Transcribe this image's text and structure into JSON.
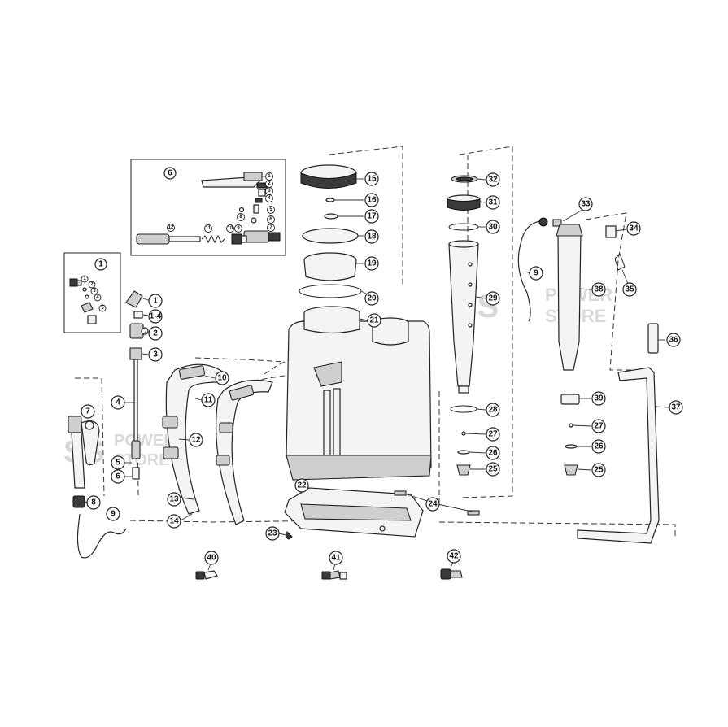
{
  "watermark": {
    "logo_letters": "SS",
    "word_top": "POWER",
    "word_bottom": "STORE"
  },
  "callouts": {
    "c1": "1",
    "c1b": "1",
    "c1_4": "1-4",
    "c2": "2",
    "c3": "3",
    "c4": "4",
    "c5": "5",
    "c6": "6",
    "c6b": "6",
    "c7": "7",
    "c8": "8",
    "c9": "9",
    "c9b": "9",
    "c10": "10",
    "c11": "11",
    "c12": "12",
    "c13": "13",
    "c14": "14",
    "c15": "15",
    "c16": "16",
    "c17": "17",
    "c18": "18",
    "c19": "19",
    "c20": "20",
    "c21": "21",
    "c22": "22",
    "c23": "23",
    "c24": "24",
    "c25": "25",
    "c25b": "25",
    "c26": "26",
    "c26b": "26",
    "c27": "27",
    "c27b": "27",
    "c28": "28",
    "c29": "29",
    "c30": "30",
    "c31": "31",
    "c32": "32",
    "c33": "33",
    "c34": "34",
    "c35": "35",
    "c36": "36",
    "c37": "37",
    "c38": "38",
    "c39": "39",
    "c40": "40",
    "c41": "41",
    "c42": "42"
  },
  "inset_1_callouts": {
    "s1": "1",
    "s2": "2",
    "s3": "3",
    "s4": "4",
    "s5": "5"
  },
  "inset_6_callouts": {
    "t1": "1",
    "t2": "2",
    "t3": "3",
    "t4": "4",
    "t5": "5",
    "t6": "6",
    "t7": "7",
    "t8": "8",
    "t9": "9",
    "t10": "10",
    "t11": "11",
    "t12": "12"
  }
}
